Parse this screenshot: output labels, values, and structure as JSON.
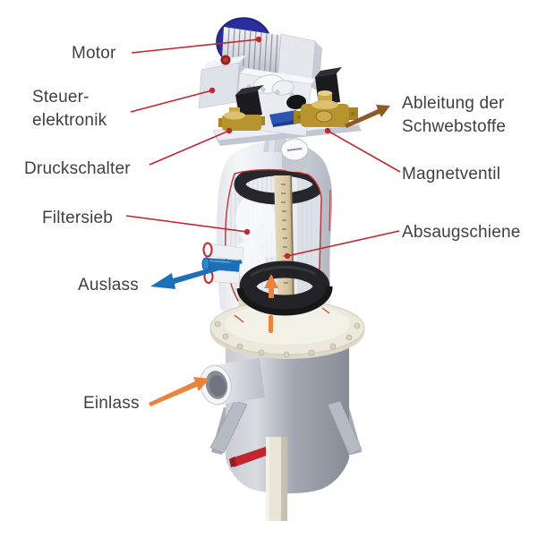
{
  "callouts": {
    "motor": {
      "label": "Motor"
    },
    "steuerelektronik": {
      "line1": "Steuer-",
      "line2": "elektronik"
    },
    "druckschalter": {
      "label": "Druckschalter"
    },
    "filtersieb": {
      "label": "Filtersieb"
    },
    "auslass": {
      "label": "Auslass"
    },
    "einlass": {
      "label": "Einlass"
    },
    "ableitung": {
      "line1": "Ableitung der",
      "line2": "Schwebstoffe"
    },
    "magnetventil": {
      "label": "Magnetventil"
    },
    "absaugschiene": {
      "label": "Absaugschiene"
    }
  },
  "colors": {
    "background": "#ffffff",
    "label_text": "#3d4045",
    "leader_line": "#c1272d",
    "outlet_arrow_blue": "#1d6fb8",
    "inlet_arrow_orange": "#e8843c",
    "flow_arrow_orange": "#e8843c",
    "discharge_arrow_brown": "#8d5a25",
    "fan_cover_blue": "#2a2d9c",
    "brass_valve": "#b8942e",
    "seal_ring_black": "#232327",
    "vessel_silver": "#d9dce3",
    "rail_tan": "#d9c9a6",
    "red_pipe": "#c1272d"
  }
}
